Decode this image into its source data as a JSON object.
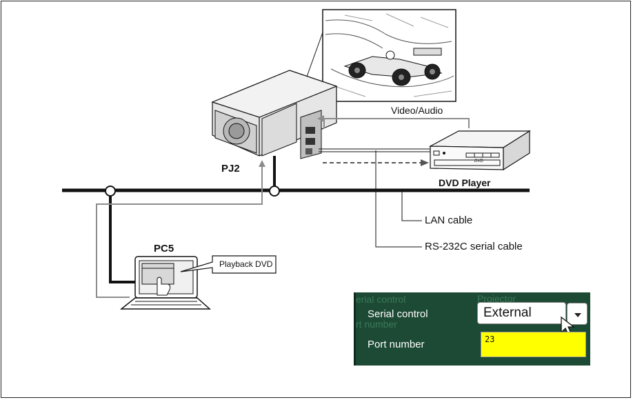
{
  "diagram": {
    "projector_label": "PJ2",
    "dvd_label": "DVD Player",
    "dvd_logo": "DVD",
    "video_audio_label": "Video/Audio",
    "lan_cable_label": "LAN cable",
    "serial_cable_label": "RS-232C serial cable",
    "pc_label": "PC5",
    "callout_text": "Playback DVD"
  },
  "settings_panel": {
    "ghost_serial": "erial control",
    "ghost_projector": "Projector",
    "ghost_port": "rt number",
    "serial_label": "Serial control",
    "serial_value": "External",
    "port_label": "Port number",
    "port_value": "23",
    "colors": {
      "panel_bg": "#1d4a35",
      "port_field_bg": "#ffff00"
    }
  }
}
